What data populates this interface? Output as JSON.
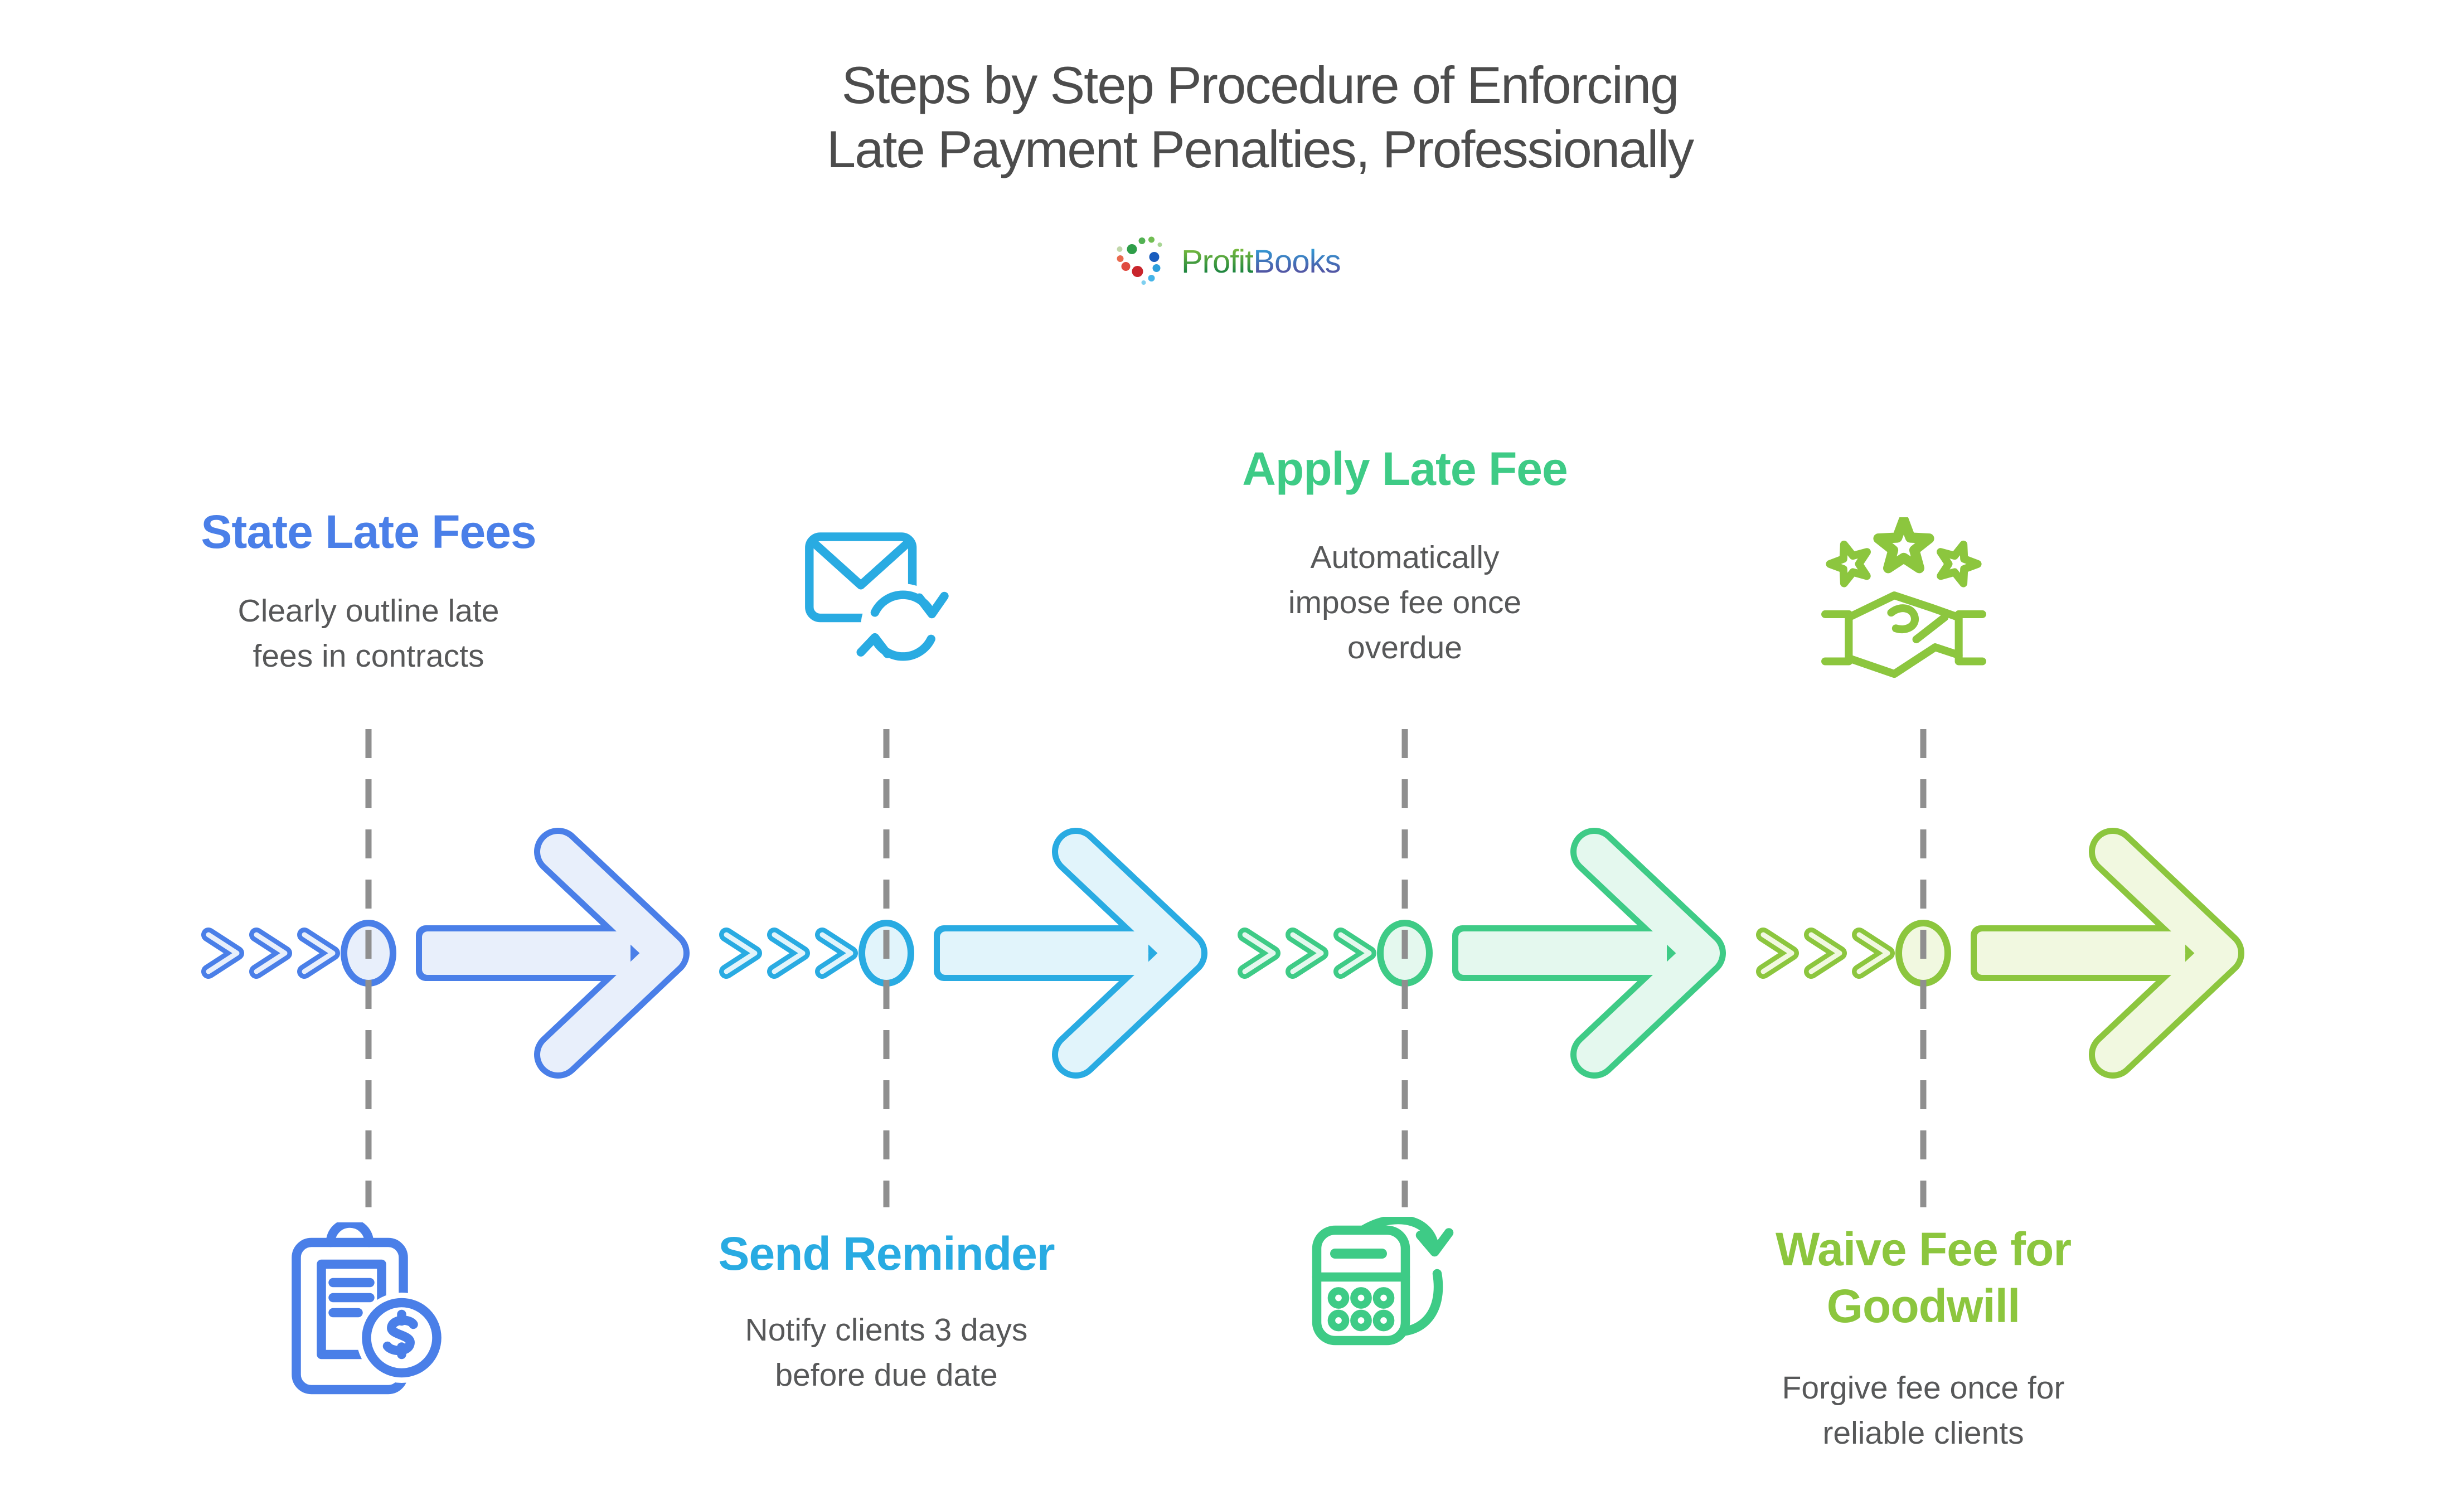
{
  "page": {
    "title": "Steps by Step Procedure of Enforcing\nLate Payment Penalties, Professionally",
    "title_color": "#4C4C4C",
    "background": "#FFFFFF"
  },
  "logo": {
    "part1": "Profit",
    "part2": "Books",
    "part1_gradient": [
      "#8CC63F",
      "#0E7C3F"
    ],
    "part2_gradient": [
      "#29A8DF",
      "#5D3F94"
    ],
    "dot_colors": [
      "#ACC98E",
      "#2E9E49",
      "#52B153",
      "#71BD53",
      "#A8D694",
      "#E96A4E",
      "#E04B40",
      "#C9252C",
      "#1A5DBE",
      "#2D9FDC",
      "#45B4E8",
      "#7FD0F0"
    ]
  },
  "palette": {
    "body_text": "#575859",
    "dashed_line": "#8F8F8F"
  },
  "steps": [
    {
      "title": "State Late Fees",
      "description": "Clearly outline late\nfees in contracts",
      "icon": "clipboard-dollar-icon",
      "accent_color": "#4A7FE8",
      "fill_color": "#E8EFFB",
      "text_position": "top",
      "icon_position": "bottom"
    },
    {
      "title": "Send Reminder",
      "description": "Notify clients 3 days\nbefore due date",
      "icon": "envelope-sync-icon",
      "accent_color": "#29ABE2",
      "fill_color": "#E1F4FB",
      "text_position": "bottom",
      "icon_position": "top"
    },
    {
      "title": "Apply Late Fee",
      "description": "Automatically\nimpose fee once\noverdue",
      "icon": "calculator-refresh-icon",
      "accent_color": "#3ECB86",
      "fill_color": "#E4F8EE",
      "text_position": "top",
      "icon_position": "bottom"
    },
    {
      "title": "Waive Fee for\nGoodwill",
      "description": "Forgive fee once for\nreliable clients",
      "icon": "stars-handshake-icon",
      "accent_color": "#8CC63E",
      "fill_color": "#F1F8E0",
      "text_position": "bottom",
      "icon_position": "top"
    }
  ]
}
